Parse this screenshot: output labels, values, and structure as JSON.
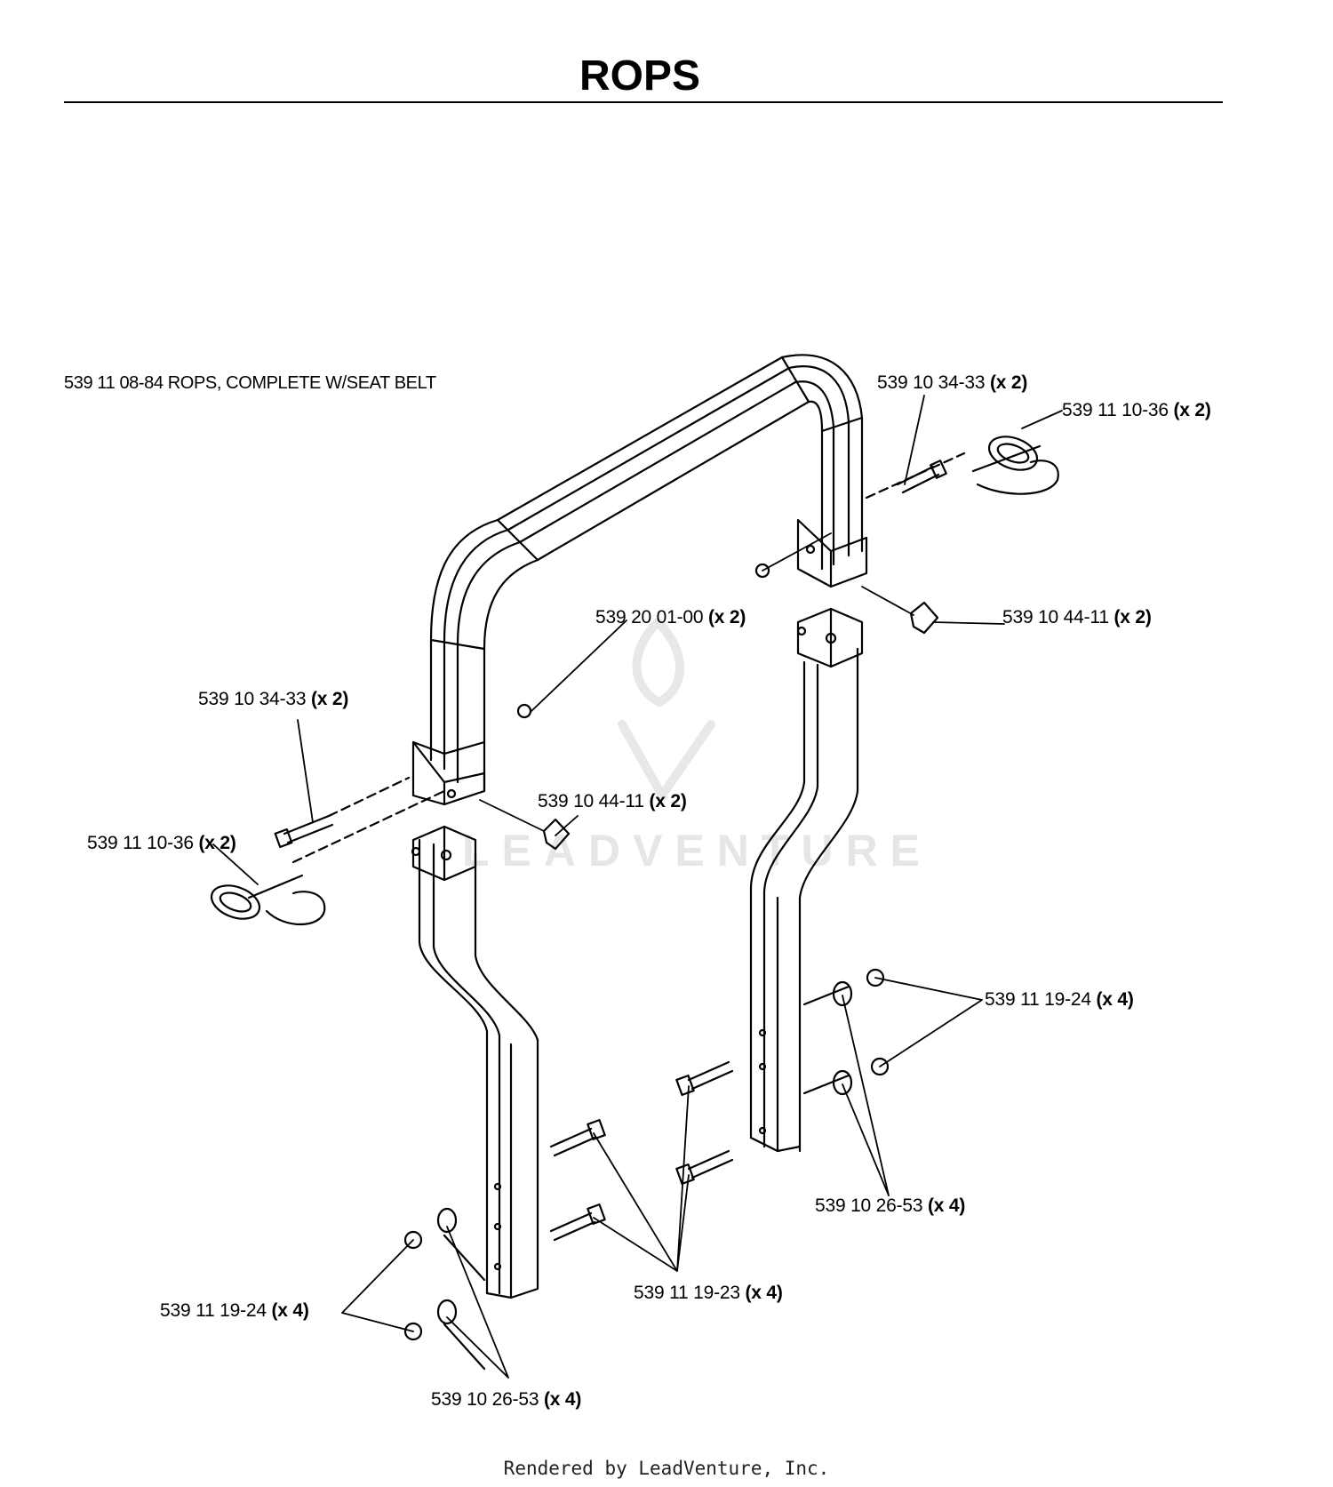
{
  "title": "ROPS",
  "assembly_label": "539 11 08-84 ROPS, COMPLETE W/SEAT BELT",
  "callouts": [
    {
      "id": "pin-top-right",
      "part": "539 10 34-33",
      "qty": "(x 2)"
    },
    {
      "id": "clip-top-right",
      "part": "539 11 10-36",
      "qty": "(x 2)"
    },
    {
      "id": "nut-center",
      "part": "539 20 01-00",
      "qty": "(x 2)"
    },
    {
      "id": "knob-right",
      "part": "539 10 44-11",
      "qty": "(x 2)"
    },
    {
      "id": "pin-left",
      "part": "539 10 34-33",
      "qty": "(x 2)"
    },
    {
      "id": "knob-left",
      "part": "539 10 44-11",
      "qty": "(x 2)"
    },
    {
      "id": "clip-left",
      "part": "539 11 10-36",
      "qty": "(x 2)"
    },
    {
      "id": "nut-right",
      "part": "539 11 19-24",
      "qty": "(x 4)"
    },
    {
      "id": "washer-right",
      "part": "539 10 26-53",
      "qty": "(x 4)"
    },
    {
      "id": "bolt-center",
      "part": "539 11 19-23",
      "qty": "(x 4)"
    },
    {
      "id": "nut-left",
      "part": "539 11 19-24",
      "qty": "(x 4)"
    },
    {
      "id": "washer-left",
      "part": "539 10 26-53",
      "qty": "(x 4)"
    }
  ],
  "watermark": "LEADVENTURE",
  "footer": "Rendered by LeadVenture, Inc."
}
